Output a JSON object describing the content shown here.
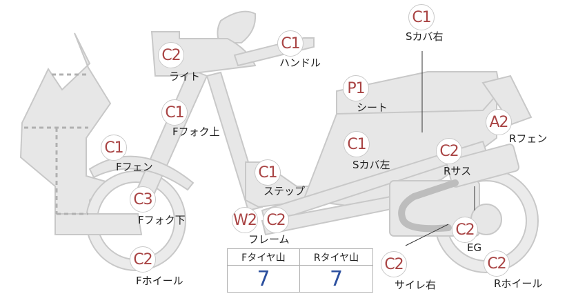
{
  "colors": {
    "body_fill": "#e7e7e7",
    "body_stroke": "#c8c8c8",
    "badge_text": "#a94444",
    "tire_value": "#2b4f9e"
  },
  "parts": [
    {
      "id": "s-cover-right",
      "grade": "C1",
      "label": "Sカバ右"
    },
    {
      "id": "handle",
      "grade": "C1",
      "label": "ハンドル"
    },
    {
      "id": "light",
      "grade": "C2",
      "label": "ライト"
    },
    {
      "id": "seat",
      "grade": "P1",
      "label": "シート"
    },
    {
      "id": "f-fork-upper",
      "grade": "C1",
      "label": "Fフォク上"
    },
    {
      "id": "r-fender",
      "grade": "A2",
      "label": "Rフェン"
    },
    {
      "id": "f-fender",
      "grade": "C1",
      "label": "Fフェン"
    },
    {
      "id": "s-cover-left",
      "grade": "C1",
      "label": "Sカバ左"
    },
    {
      "id": "r-suspension",
      "grade": "C2",
      "label": "Rサス"
    },
    {
      "id": "step",
      "grade": "C1",
      "label": "ステップ"
    },
    {
      "id": "f-fork-lower",
      "grade": "C3",
      "label": "Fフォク下"
    },
    {
      "id": "frame",
      "grade": "W2C2",
      "label": "フレーム"
    },
    {
      "id": "engine",
      "grade": "C2",
      "label": "EG"
    },
    {
      "id": "muffler-right",
      "grade": "C2",
      "label": "サイレ右"
    },
    {
      "id": "f-wheel",
      "grade": "C2",
      "label": "Fホイール"
    },
    {
      "id": "r-wheel",
      "grade": "C2",
      "label": "Rホイール"
    }
  ],
  "frame_badges": [
    "W2",
    "C2"
  ],
  "tire_table": {
    "headers": [
      "Fタイヤ山",
      "Rタイヤ山"
    ],
    "values": [
      "7",
      "7"
    ]
  }
}
